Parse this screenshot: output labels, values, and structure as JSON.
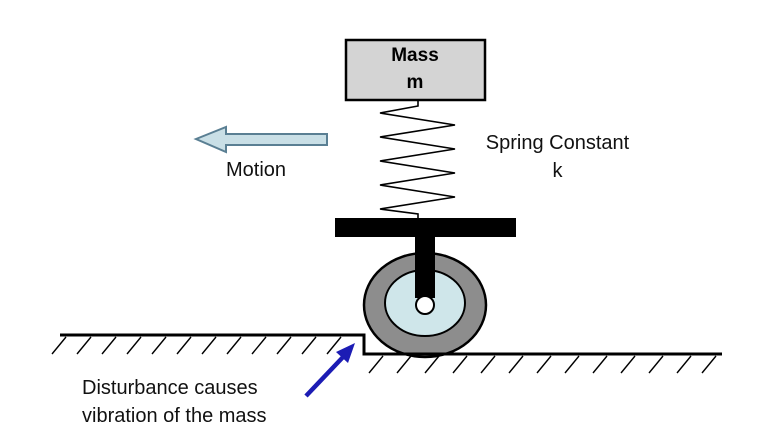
{
  "mass": {
    "name": "Mass",
    "symbol": "m"
  },
  "spring": {
    "label": "Spring Constant",
    "symbol": "k"
  },
  "motion": {
    "label": "Motion"
  },
  "disturbance": {
    "line1": "Disturbance causes",
    "line2": "vibration of the mass"
  },
  "colors": {
    "mass_fill": "#d4d4d4",
    "motion_arrow_fill": "#c9dfe6",
    "motion_arrow_stroke": "#5a7f93",
    "tire": "#8d8d8d",
    "hub": "#cfe6ea",
    "disturbance_arrow": "#1c1cb4",
    "structure": "#000000"
  }
}
